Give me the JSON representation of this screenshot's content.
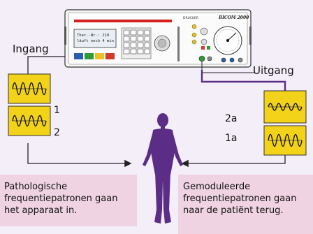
{
  "labels": {
    "input": "Ingang",
    "output": "Uitgang",
    "pattern_1": "1",
    "pattern_2": "2",
    "pattern_2a": "2a",
    "pattern_1a": "1a"
  },
  "device": {
    "screen_line_1": "Ther.-Nr.: 210",
    "screen_line_2": "läuft noch 4 min",
    "brand": "DRUCKER",
    "logo": "BICOM 2000"
  },
  "captions": {
    "left": "Pathologische frequentiepatronen gaan het apparaat in.",
    "right": "Gemoduleerde frequentiepatronen gaan naar de patiënt terug."
  },
  "colors": {
    "background": "#f3eef8",
    "caption_box": "#efd3e2",
    "wave_box": "#f3d21a",
    "output_cable": "#5b2d86",
    "person": "#5b2d86"
  },
  "icons": [
    "sine-wave-icon",
    "person-icon",
    "arrow-icon"
  ]
}
